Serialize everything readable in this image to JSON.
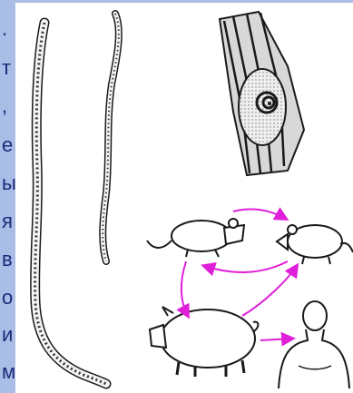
{
  "side_text": {
    "chars": [
      ".",
      "т",
      ",",
      "е",
      "ы",
      "я",
      "в",
      "о",
      "и",
      "м"
    ]
  },
  "colors": {
    "background": "#a9bde6",
    "text": "#1b2a7a",
    "arrow": "#e020d8",
    "ink": "#1a1a1a"
  }
}
